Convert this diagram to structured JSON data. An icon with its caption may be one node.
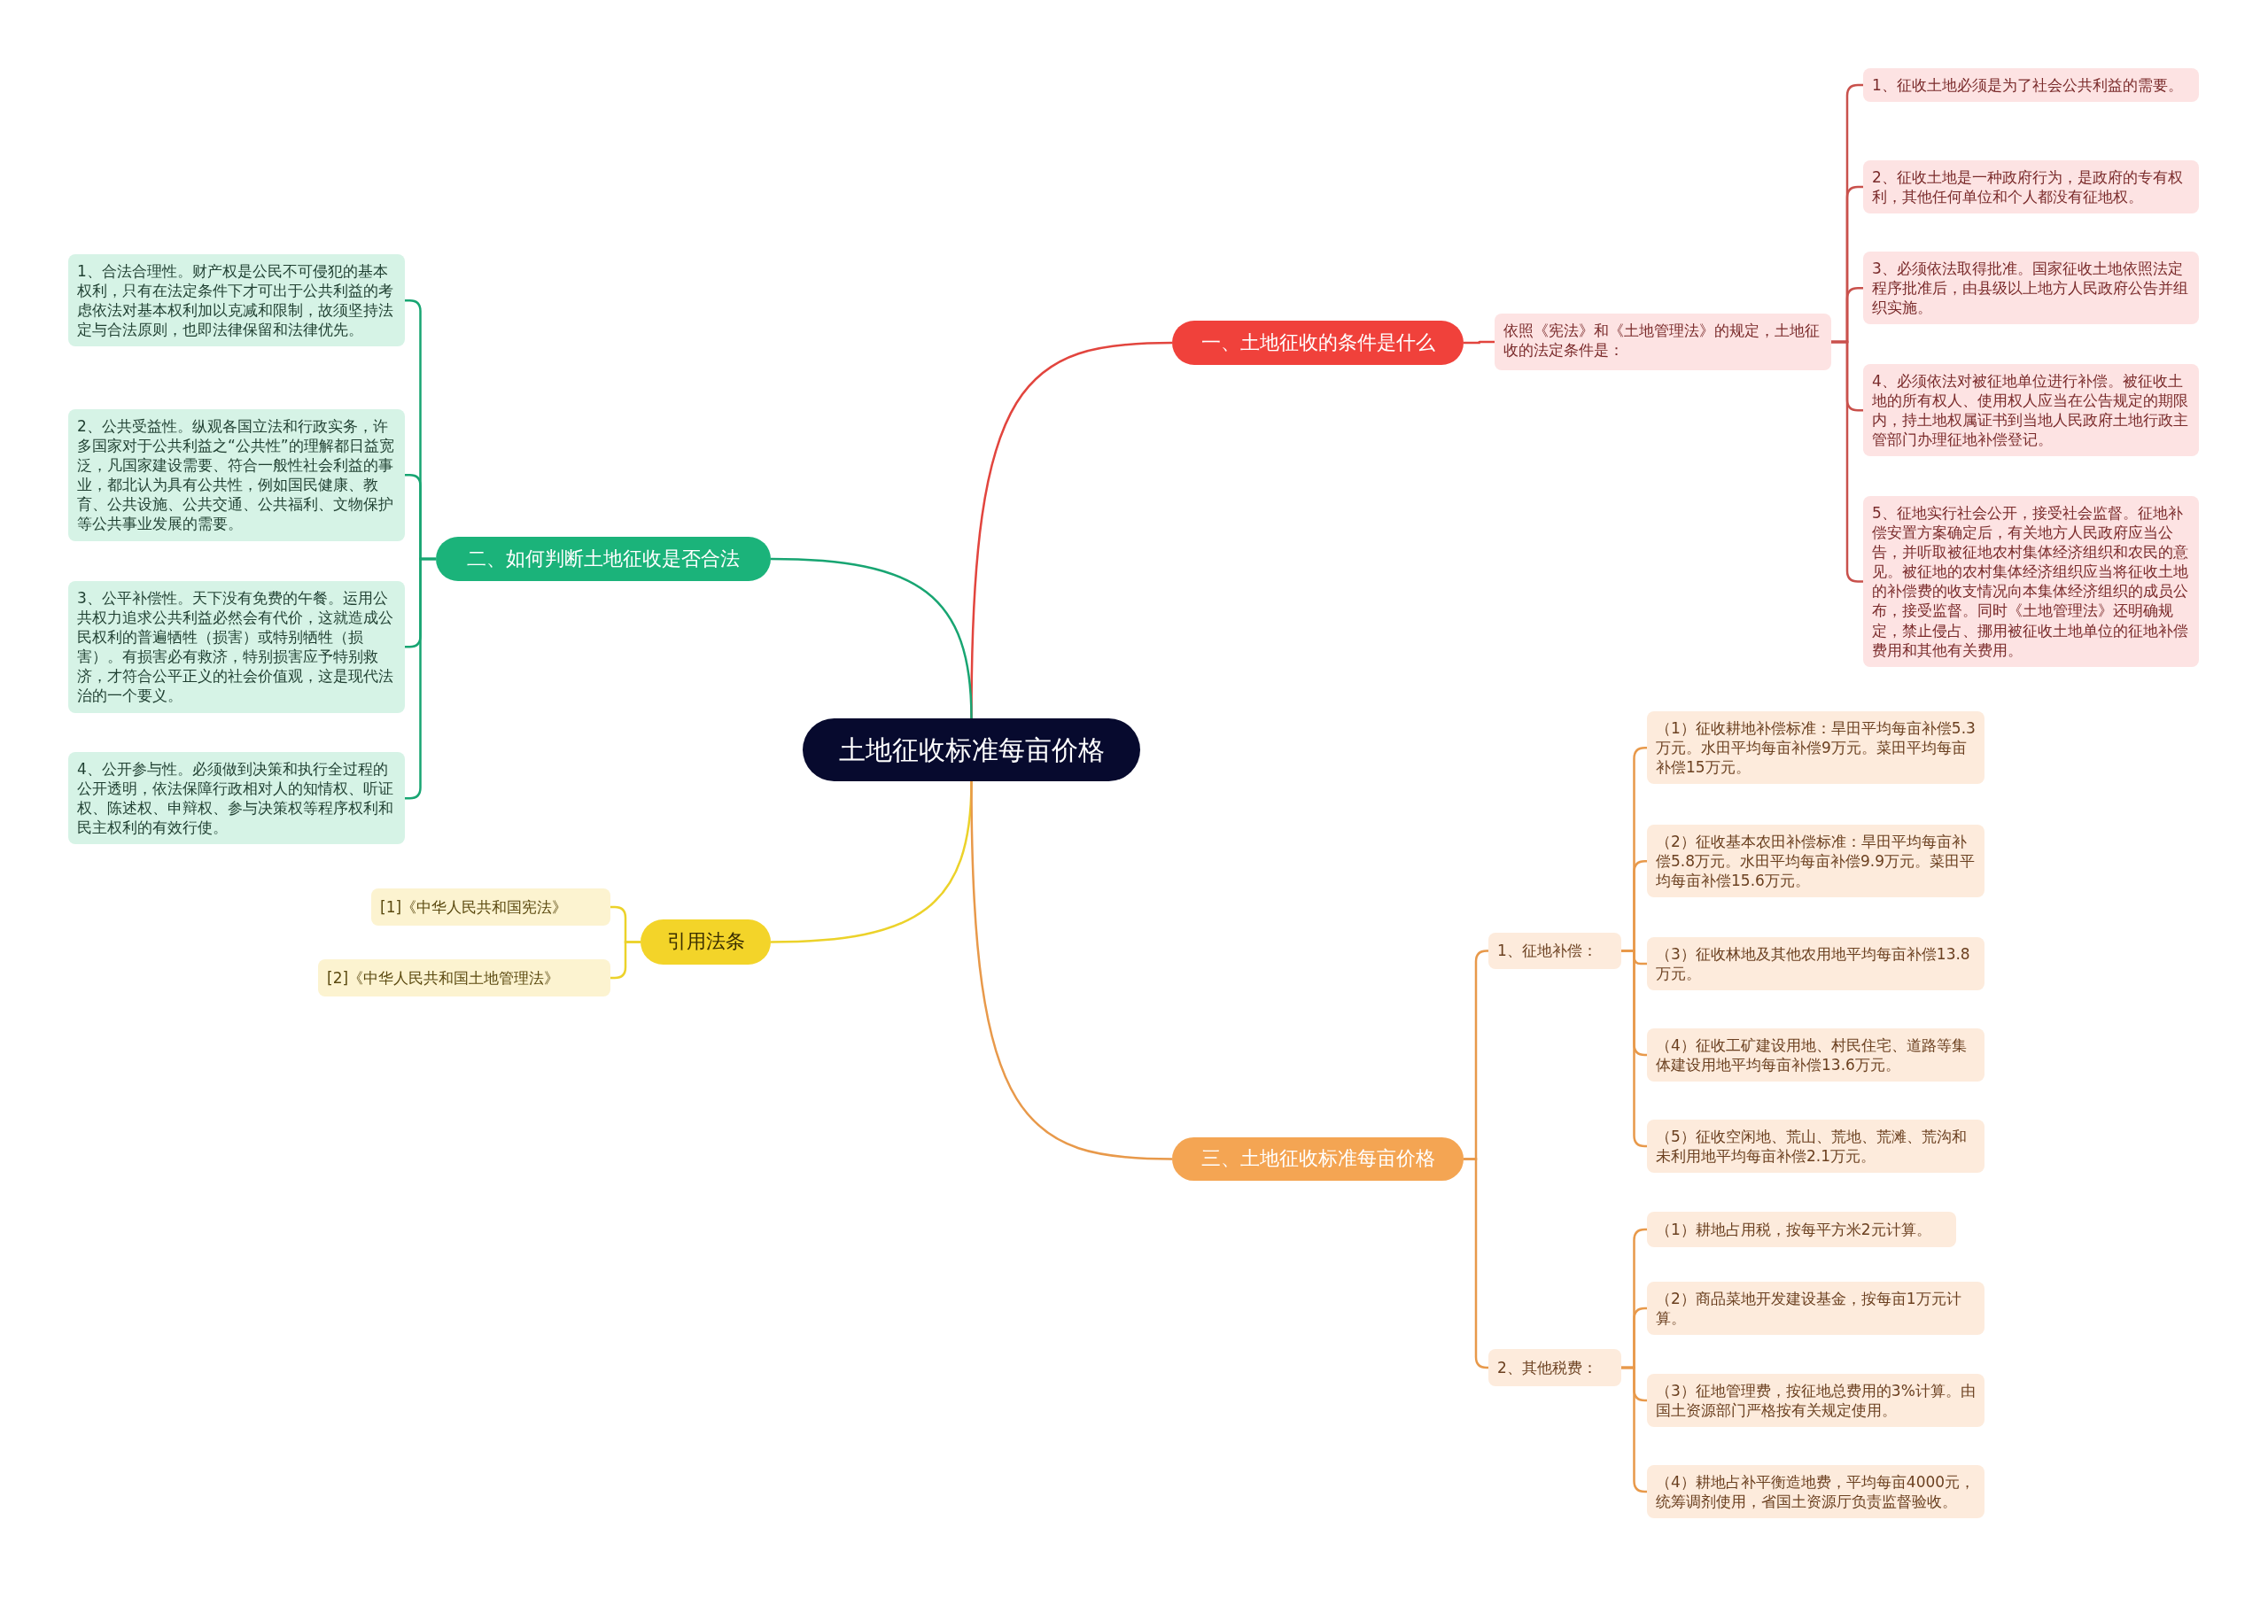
{
  "diagram": {
    "nodes": [
      {
        "text": [
          "土地征收标准每亩价格"
        ]
      },
      {
        "text": [
          "一、土地征收的条件是什么"
        ]
      },
      {
        "text": [
          "依照《宪法》和《土地管理法》的规定，土地征收的法定条件是："
        ]
      },
      {
        "text": [
          "1、征收土地必须是为了社会公共利益的需要。"
        ]
      },
      {
        "text": [
          "2、征收土地是一种政府行为，是政府的专有权利，其他任何单位和个人都没有征地权。"
        ]
      },
      {
        "text": [
          "3、必须依法取得批准。国家征收土地依照法定程序批准后，由县级以上地方人民政府公告并组织实施。"
        ]
      },
      {
        "text": [
          "4、必须依法对被征地单位进行补偿。被征收土地的所有权人、使用权人应当在公告规定的期限内，持土地权属证书到当地人民政府土地行政主管部门办理征地补偿登记。"
        ]
      },
      {
        "text": [
          "5、征地实行社会公开，接受社会监督。征地补偿安置方案确定后，有关地方人民政府应当公告，并听取被征地农村集体经济组织和农民的意见。被征地的农村集体经济组织应当将征收土地的补偿费的收支情况向本集体经济组织的成员公布，接受监督。同时《土地管理法》还明确规定，禁止侵占、挪用被征收土地单位的征地补偿费用和其他有关费用。"
        ]
      },
      {
        "text": [
          "二、如何判断土地征收是否合法"
        ]
      },
      {
        "text": [
          "1、合法合理性。财产权是公民不可侵犯的基本权利，只有在法定条件下才可出于公共利益的考虑依法对基本权利加以克减和限制，故须坚持法定与合法原则，也即法律保留和法律优先。"
        ]
      },
      {
        "text": [
          "2、公共受益性。纵观各国立法和行政实务，许多国家对于公共利益之“公共性”的理解都日益宽泛，凡国家建设需要、符合一般性社会利益的事业，都北认为具有公共性，例如国民健康、教育、公共设施、公共交通、公共福利、文物保护等公共事业发展的需要。"
        ]
      },
      {
        "text": [
          "3、公平补偿性。天下没有免费的午餐。运用公共权力追求公共利益必然会有代价，这就造成公民权利的普遍牺牲（损害）或特别牺牲（损害）。有损害必有救济，特别损害应予特别救济，才符合公平正义的社会价值观，这是现代法治的一个要义。"
        ]
      },
      {
        "text": [
          "4、公开参与性。必须做到决策和执行全过程的公开透明，依法保障行政相对人的知情权、听证权、陈述权、申辩权、参与决策权等程序权利和民主权利的有效行使。"
        ]
      },
      {
        "text": [
          "引用法条"
        ]
      },
      {
        "text": [
          "[1]《中华人民共和国宪法》"
        ]
      },
      {
        "text": [
          "[2]《中华人民共和国土地管理法》"
        ]
      },
      {
        "text": [
          "三、土地征收标准每亩价格"
        ]
      },
      {
        "text": [
          "1、征地补偿："
        ]
      },
      {
        "text": [
          "（1）征收耕地补偿标准：旱田平均每亩补偿5.3万元。水田平均每亩补偿9万元。菜田平均每亩补偿15万元。"
        ]
      },
      {
        "text": [
          "（2）征收基本农田补偿标准：旱田平均每亩补偿5.8万元。水田平均每亩补偿9.9万元。菜田平均每亩补偿15.6万元。"
        ]
      },
      {
        "text": [
          "（3）征收林地及其他农用地平均每亩补偿13.8万元。"
        ]
      },
      {
        "text": [
          "（4）征收工矿建设用地、村民住宅、道路等集体建设用地平均每亩补偿13.6万元。"
        ]
      },
      {
        "text": [
          "（5）征收空闲地、荒山、荒地、荒滩、荒沟和未利用地平均每亩补偿2.1万元。"
        ]
      },
      {
        "text": [
          "2、其他税费："
        ]
      },
      {
        "text": [
          "（1）耕地占用税，按每平方米2元计算。"
        ]
      },
      {
        "text": [
          "（2）商品菜地开发建设基金，按每亩1万元计算。"
        ]
      },
      {
        "text": [
          "（3）征地管理费，按征地总费用的3%计算。由国土资源部门严格按有关规定使用。"
        ]
      },
      {
        "text": [
          "（4）耕地占补平衡造地费，平均每亩4000元，统筹调剂使用，省国土资源厅负责监督验收。"
        ]
      }
    ],
    "edges": [
      {
        "from": 0,
        "to": 1,
        "arrow": "none",
        "color": "#e2453e"
      },
      {
        "from": 1,
        "to": 2,
        "arrow": "none",
        "color": "#e2453e"
      },
      {
        "from": 2,
        "to": 3,
        "arrow": "none",
        "color": "#c9514c"
      },
      {
        "from": 2,
        "to": 4,
        "arrow": "none",
        "color": "#c9514c"
      },
      {
        "from": 2,
        "to": 5,
        "arrow": "none",
        "color": "#c9514c"
      },
      {
        "from": 2,
        "to": 6,
        "arrow": "none",
        "color": "#c9514c"
      },
      {
        "from": 2,
        "to": 7,
        "arrow": "none",
        "color": "#c9514c"
      },
      {
        "from": 0,
        "to": 8,
        "arrow": "none",
        "color": "#18a572"
      },
      {
        "from": 8,
        "to": 9,
        "arrow": "none",
        "color": "#18a572"
      },
      {
        "from": 8,
        "to": 10,
        "arrow": "none",
        "color": "#18a572"
      },
      {
        "from": 8,
        "to": 11,
        "arrow": "none",
        "color": "#18a572"
      },
      {
        "from": 8,
        "to": 12,
        "arrow": "none",
        "color": "#18a572"
      },
      {
        "from": 0,
        "to": 13,
        "arrow": "none",
        "color": "#ecd22a"
      },
      {
        "from": 13,
        "to": 14,
        "arrow": "none",
        "color": "#ecd22a"
      },
      {
        "from": 13,
        "to": 15,
        "arrow": "none",
        "color": "#ecd22a"
      },
      {
        "from": 0,
        "to": 16,
        "arrow": "none"
      },
      {
        "from": 16,
        "to": 17,
        "arrow": "none"
      },
      {
        "from": 16,
        "to": 23,
        "arrow": "none"
      },
      {
        "from": 17,
        "to": 18,
        "arrow": "none"
      },
      {
        "from": 17,
        "to": 19,
        "arrow": "none"
      },
      {
        "from": 17,
        "to": 20,
        "arrow": "none"
      },
      {
        "from": 17,
        "to": 21,
        "arrow": "none"
      },
      {
        "from": 17,
        "to": 22,
        "arrow": "none"
      },
      {
        "from": 23,
        "to": 24,
        "arrow": "none"
      },
      {
        "from": 23,
        "to": 25,
        "arrow": "none"
      },
      {
        "from": 23,
        "to": 26,
        "arrow": "none"
      },
      {
        "from": 23,
        "to": 27,
        "arrow": "none"
      }
    ]
  }
}
